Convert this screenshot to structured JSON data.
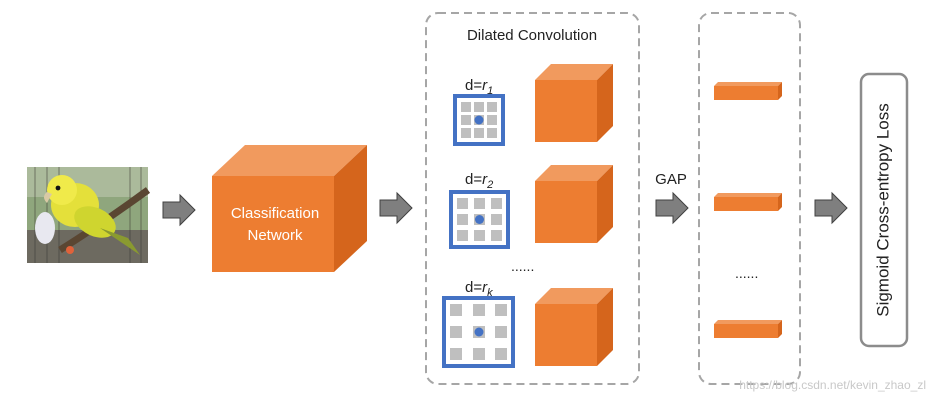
{
  "classification_label_line1": "Classification",
  "classification_label_line2": "Network",
  "dilated_title": "Dilated Convolution",
  "kernels": [
    {
      "prefix": "d=",
      "var": "r",
      "sub": "1"
    },
    {
      "prefix": "d=",
      "var": "r",
      "sub": "2"
    },
    {
      "prefix": "d=",
      "var": "r",
      "sub": "k"
    }
  ],
  "ellipsis_dilated": "......",
  "gap_label": "GAP",
  "ellipsis_gap": "......",
  "loss_label": "Sigmoid Cross-entropy Loss",
  "watermark": "https://blog.csdn.net/kevin_zhao_zl",
  "colors": {
    "orange_front": "#ED7D31",
    "orange_top": "#F19A5E",
    "orange_side": "#D5651C",
    "kernel_blue": "#4472C4",
    "kernel_gray": "#BFBFBF",
    "arrow_gray": "#7F7F7F",
    "dash_gray": "#A6A6A6"
  },
  "icons": {
    "input_image": "yellow-parrot-photo"
  }
}
